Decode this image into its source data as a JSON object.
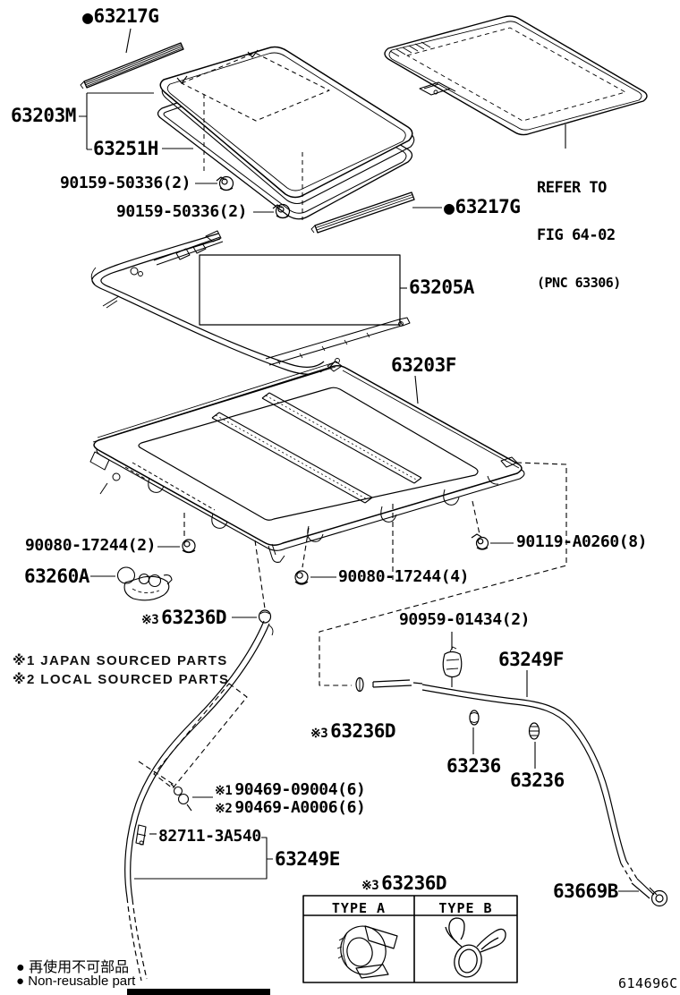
{
  "diagram_title": "sunroof-sliding-roof-parts-diagram",
  "refer": {
    "line1": "REFER TO",
    "line2": "FIG 64-02",
    "line3": "(PNC 63306)"
  },
  "notes": {
    "note1": "※1 JAPAN SOURCED PARTS",
    "note2": "※2 LOCAL SOURCED PARTS"
  },
  "legend": {
    "title_prefix": "※3",
    "title": "63236D",
    "type_a": "TYPE  A",
    "type_b": "TYPE  B"
  },
  "callouts": {
    "weatherstrip_front": {
      "bullet": "●",
      "text": "63217G"
    },
    "glass_assy": {
      "text": "63203M"
    },
    "glass_frame": {
      "text": "63251H"
    },
    "screw_glass_1": {
      "text": "90159-50336(2)"
    },
    "screw_glass_2": {
      "text": "90159-50336(2)"
    },
    "weatherstrip_rear": {
      "bullet": "●",
      "text": "63217G"
    },
    "seal_frame": {
      "text": "63205A"
    },
    "housing": {
      "text": "63203F"
    },
    "screw_housing_left": {
      "text": "90080-17244(2)"
    },
    "bolt_housing_right": {
      "text": "90119-A0260(8)"
    },
    "handle": {
      "text": "63260A"
    },
    "nut_housing_bottom": {
      "text": "90080-17244(4)"
    },
    "clip_hose_front": {
      "prefix": "※3",
      "text": "63236D"
    },
    "clamp_rear_hose": {
      "text": "90959-01434(2)"
    },
    "hose_rear": {
      "text": "63249F"
    },
    "clip_hose_rear": {
      "prefix": "※3",
      "text": "63236D"
    },
    "clip_rear_1": {
      "text": "63236"
    },
    "clip_rear_2": {
      "text": "63236"
    },
    "screw_clip_japan": {
      "prefix": "※1",
      "text": "90469-09004(6)"
    },
    "screw_clip_local": {
      "prefix": "※2",
      "text": "90469-A0006(6)"
    },
    "clamp_front_hose": {
      "text": "82711-3A540"
    },
    "hose_front": {
      "text": "63249E"
    },
    "connector_rear": {
      "text": "63669B"
    }
  },
  "footer": {
    "bullet": "●",
    "note_jp": "再使用不可部品",
    "note_en": "Non-reusable part",
    "doc_code": "614696C"
  },
  "colors": {
    "line": "#000000",
    "background": "#ffffff"
  }
}
